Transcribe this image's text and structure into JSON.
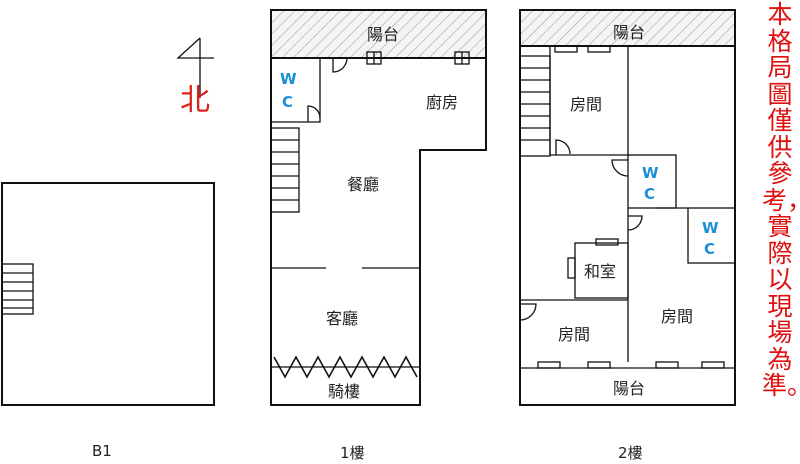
{
  "compass": {
    "label": "北"
  },
  "floors": {
    "b1": {
      "label": "B1"
    },
    "f1": {
      "label": "1樓",
      "rooms": {
        "balcony": "陽台",
        "kitchen": "廚房",
        "dining": "餐廳",
        "living": "客廳",
        "arcade": "騎樓",
        "wc": "W\nC"
      }
    },
    "f2": {
      "label": "2樓",
      "rooms": {
        "balcony_top": "陽台",
        "room_top": "房間",
        "wc_a": "W\nC",
        "wc_b": "W\nC",
        "washitsu": "和室",
        "room_left": "房間",
        "room_right": "房間",
        "balcony_bottom": "陽台"
      }
    }
  },
  "disclaimer": "本格局圖僅供參考，實際以現場為準。",
  "colors": {
    "accent_red": "#e01010",
    "wc_blue": "#1a8fd6",
    "wall": "#111111"
  }
}
